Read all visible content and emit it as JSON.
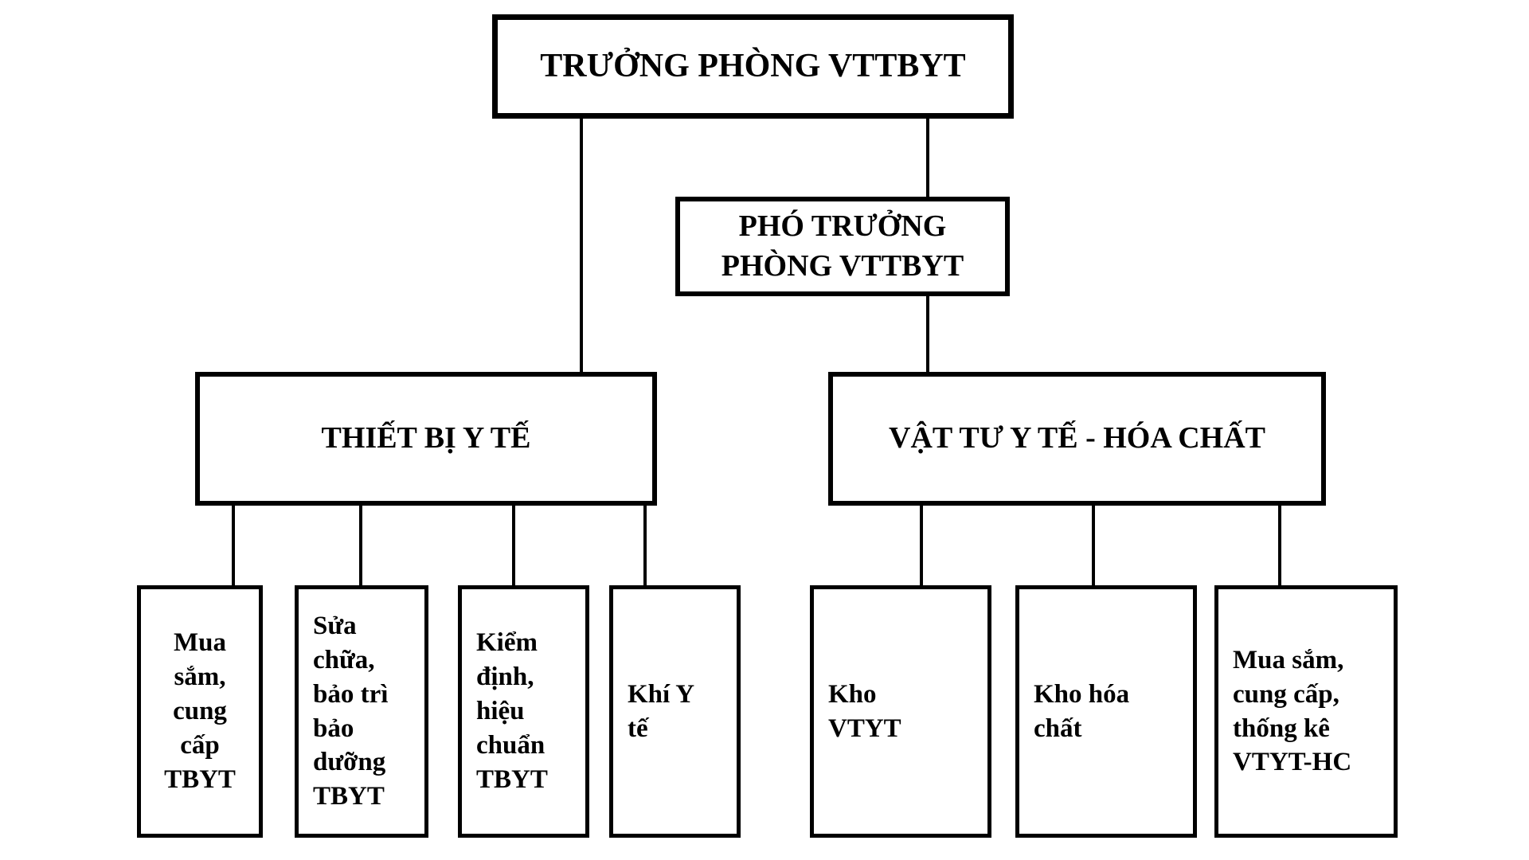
{
  "colors": {
    "background": "#ffffff",
    "box_border": "#000000",
    "text": "#000000",
    "connector": "#000000"
  },
  "org_chart": {
    "root": {
      "label": "TRƯỞNG PHÒNG VTTBYT"
    },
    "deputy": {
      "label": "PHÓ TRƯỞNG\nPHÒNG VTTBYT"
    },
    "branch_equipment": {
      "label": "THIẾT BỊ Y TẾ"
    },
    "branch_supplies": {
      "label": "VẬT TƯ Y TẾ - HÓA CHẤT"
    },
    "equipment_leaves": [
      {
        "label": "Mua\nsắm,\ncung\ncấp\nTBYT"
      },
      {
        "label": "Sửa\nchữa,\nbảo trì\nbảo\ndưỡng\nTBYT"
      },
      {
        "label": "Kiểm\nđịnh,\nhiệu\nchuẩn\nTBYT"
      },
      {
        "label": "Khí Y\ntế"
      }
    ],
    "supplies_leaves": [
      {
        "label": "Kho\nVTYT"
      },
      {
        "label": "Kho hóa\nchất"
      },
      {
        "label": "Mua sắm,\ncung cấp,\nthống kê\nVTYT-HC"
      }
    ]
  }
}
